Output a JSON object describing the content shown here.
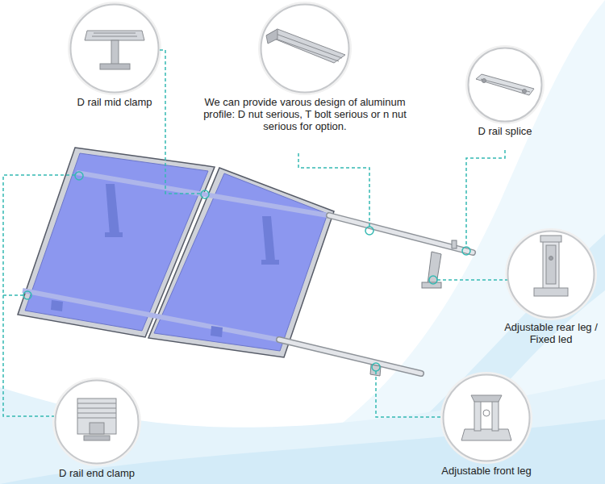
{
  "diagram": {
    "nodes": [
      {
        "text": [
          "D rail mid clamp"
        ]
      },
      {
        "text": [
          "We can provide varous design of aluminum profile: D nut serious, T bolt serious or n nut serious for option."
        ]
      },
      {
        "text": [
          "D rail splice"
        ]
      },
      {
        "text": [
          "Adjustable rear leg / Fixed led"
        ]
      },
      {
        "text": [
          "D rail end clamp"
        ]
      },
      {
        "text": [
          "Adjustable front leg"
        ]
      }
    ]
  }
}
